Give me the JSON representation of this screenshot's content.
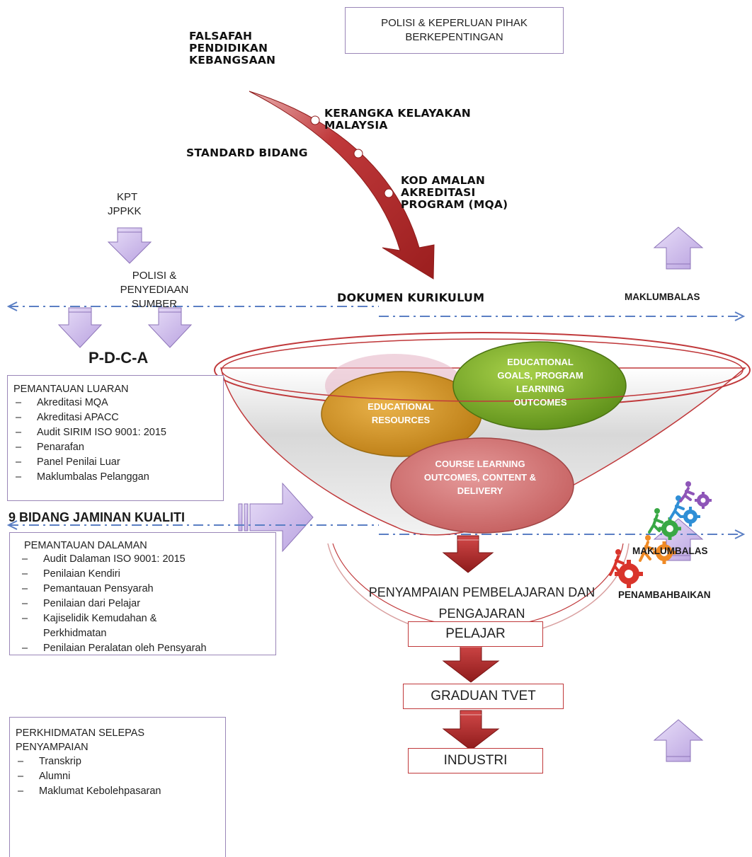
{
  "top_box": "POLISI & KEPERLUAN PIHAK BERKEPENTINGAN",
  "curve_labels": {
    "falsafah": "FALSAFAH PENDIDIKAN KEBANGSAAN",
    "kerangka": "KERANGKA KELAYAKAN MALAYSIA",
    "standard": "STANDARD BIDANG",
    "kod": "KOD AMALAN AKREDITASI PROGRAM (MQA)"
  },
  "kpt": "KPT",
  "jppkk": "JPPKK",
  "polisi_sumber": "POLISI & PENYEDIAAN SUMBER",
  "dokumen": "DOKUMEN KURIKULUM",
  "maklumbalas_top": "MAKLUMBALAS",
  "maklumbalas_bottom": "MAKLUMBALAS",
  "pdca": "P-D-C-A",
  "luaran": {
    "title": "PEMANTAUAN LUARAN",
    "items": [
      "Akreditasi MQA",
      "Akreditasi APACC",
      "Audit SIRIM ISO 9001: 2015",
      "Penarafan",
      "Panel Penilai Luar",
      "Maklumbalas Pelanggan"
    ]
  },
  "bidang": "9 BIDANG JAMINAN KUALITI",
  "dalaman": {
    "title": "PEMANTAUAN DALAMAN",
    "items": [
      "Audit Dalaman ISO 9001: 2015",
      "Penilaian Kendiri",
      "Pemantauan Pensyarah",
      "Penilaian dari Pelajar",
      "Kajiselidik Kemudahan & Perkhidmatan",
      "Penilaian Peralatan oleh Pensyarah"
    ]
  },
  "selepas": {
    "title": "PERKHIDMATAN SELEPAS PENYAMPAIAN",
    "items": [
      "Transkrip",
      "Alumni",
      "Maklumat Kebolehpasaran"
    ]
  },
  "bubbles": {
    "resources": "EDUCATIONAL RESOURCES",
    "goals": "EDUCATIONAL GOALS, PROGRAM LEARNING OUTCOMES",
    "course": "COURSE LEARNING OUTCOMES, CONTENT & DELIVERY"
  },
  "penyampaian": "PENYAMPAIAN PEMBELAJARAN DAN PENGAJARAN",
  "penambahbaikan": "PENAMBAHBAIKAN",
  "pelajar": "PELAJAR",
  "graduan": "GRADUAN TVET",
  "industri": "INDUSTRI",
  "colors": {
    "red_arrow": "#b52b2b",
    "lavender": "#c9b8e8",
    "funnel_red": "#c0393b",
    "dash_blue": "#5b7fc4",
    "box_border": "#9a86b8"
  }
}
